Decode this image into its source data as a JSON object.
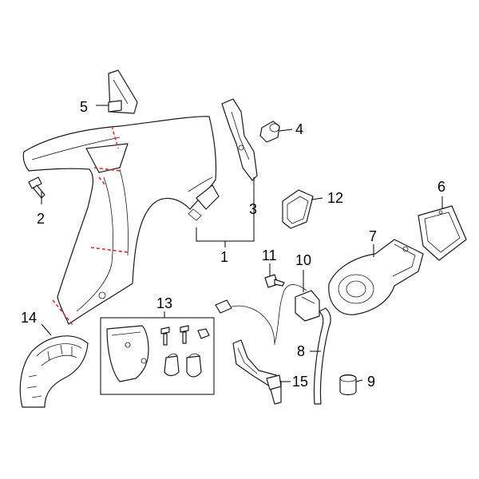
{
  "callouts": [
    {
      "id": "1",
      "label": "1"
    },
    {
      "id": "2",
      "label": "2"
    },
    {
      "id": "3",
      "label": "3"
    },
    {
      "id": "4",
      "label": "4"
    },
    {
      "id": "5",
      "label": "5"
    },
    {
      "id": "6",
      "label": "6"
    },
    {
      "id": "7",
      "label": "7"
    },
    {
      "id": "8",
      "label": "8"
    },
    {
      "id": "9",
      "label": "9"
    },
    {
      "id": "10",
      "label": "10"
    },
    {
      "id": "11",
      "label": "11"
    },
    {
      "id": "12",
      "label": "12"
    },
    {
      "id": "13",
      "label": "13"
    },
    {
      "id": "14",
      "label": "14"
    },
    {
      "id": "15",
      "label": "15"
    }
  ],
  "colors": {
    "line": "#1a1a1a",
    "cut_marks": "#e0282a",
    "background": "#ffffff"
  }
}
